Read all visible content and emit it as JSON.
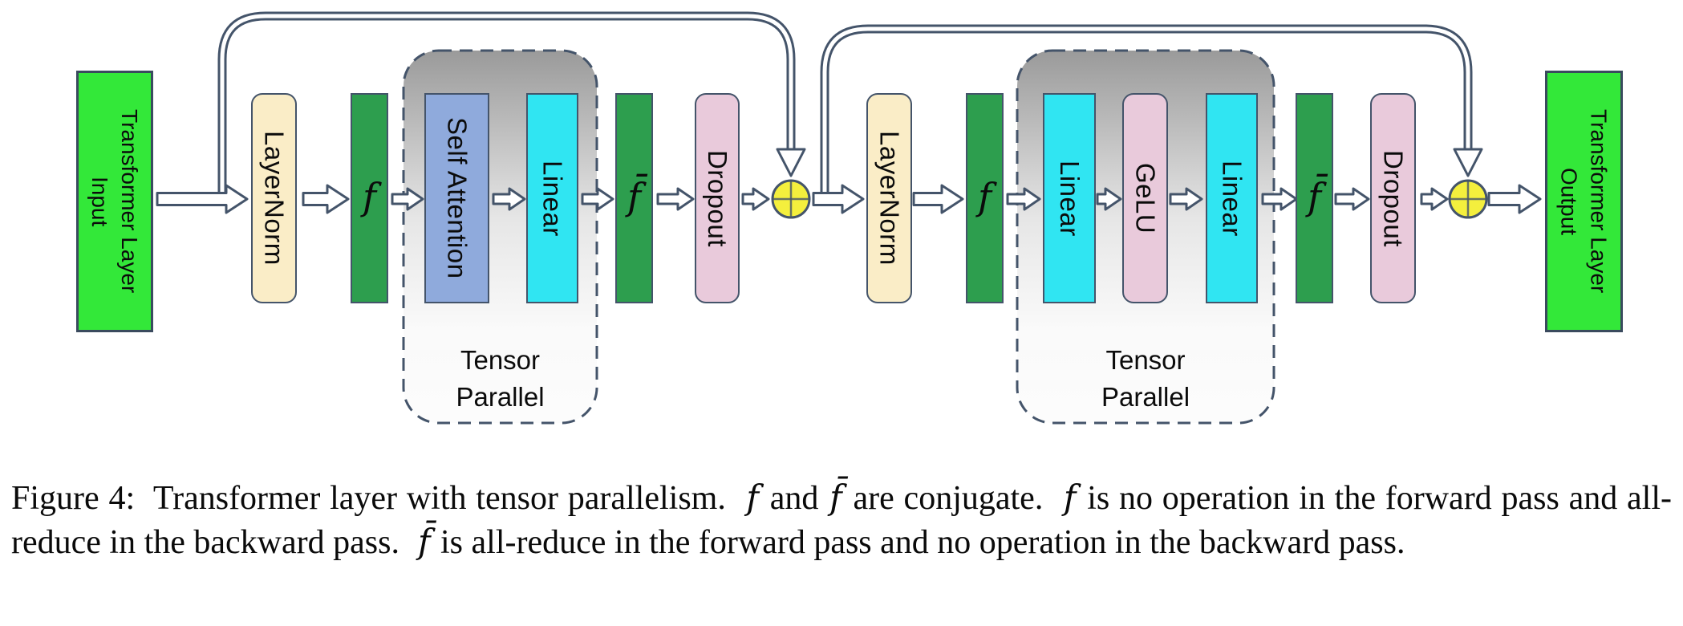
{
  "figure": {
    "caption": {
      "segments": [
        {
          "t": "Figure 4:  Transformer layer with tensor parallelism.  ",
          "s": "roman"
        },
        {
          "t": "f",
          "s": "math"
        },
        {
          "t": " and ",
          "s": "roman"
        },
        {
          "t": "f̄",
          "s": "math"
        },
        {
          "t": " are conjugate.  ",
          "s": "roman"
        },
        {
          "t": "f",
          "s": "math"
        },
        {
          "t": " is no operation in the forward pass and all-reduce in the backward pass.  ",
          "s": "roman"
        },
        {
          "t": "f̄",
          "s": "math"
        },
        {
          "t": " is all-reduce in the forward pass and no operation in the backward pass.",
          "s": "roman"
        }
      ]
    }
  },
  "diagram": {
    "blocks": {
      "transformer_input": {
        "line1": "Transformer Layer",
        "line2": "Input"
      },
      "layernorm_1": {
        "label": "LayerNorm"
      },
      "f_1": {
        "label": "f"
      },
      "self_attention": {
        "label": "Self Attention"
      },
      "linear_1": {
        "label": "Linear"
      },
      "f_bar_1": {
        "label": "f̄"
      },
      "dropout_1": {
        "label": "Dropout"
      },
      "layernorm_2": {
        "label": "LayerNorm"
      },
      "f_2": {
        "label": "f"
      },
      "linear_2": {
        "label": "Linear"
      },
      "gelu": {
        "label": "GeLU"
      },
      "linear_3": {
        "label": "Linear"
      },
      "f_bar_2": {
        "label": "f̄"
      },
      "dropout_2": {
        "label": "Dropout"
      },
      "transformer_output": {
        "line1": "Transformer Layer",
        "line2": "Output"
      }
    },
    "regions": {
      "tensor_parallel_1": {
        "line1": "Tensor",
        "line2": "Parallel"
      },
      "tensor_parallel_2": {
        "line1": "Tensor",
        "line2": "Parallel"
      }
    },
    "operators": {
      "residual_add_1": "⊕",
      "residual_add_2": "⊕"
    }
  },
  "colors": {
    "input_output_green": "#33E839",
    "f_green": "#2D9E4E",
    "layernorm_cream": "#FAEDC7",
    "self_attention_blue": "#8FAADC",
    "linear_cyan": "#30E5F2",
    "dropout_gelu_pink": "#E9CADB",
    "residual_add_yellow": "#F4EF3D",
    "outline_slate": "#44546A",
    "tensor_parallel_gray_top": "#9A9A9A",
    "background": "#FFFFFF"
  }
}
